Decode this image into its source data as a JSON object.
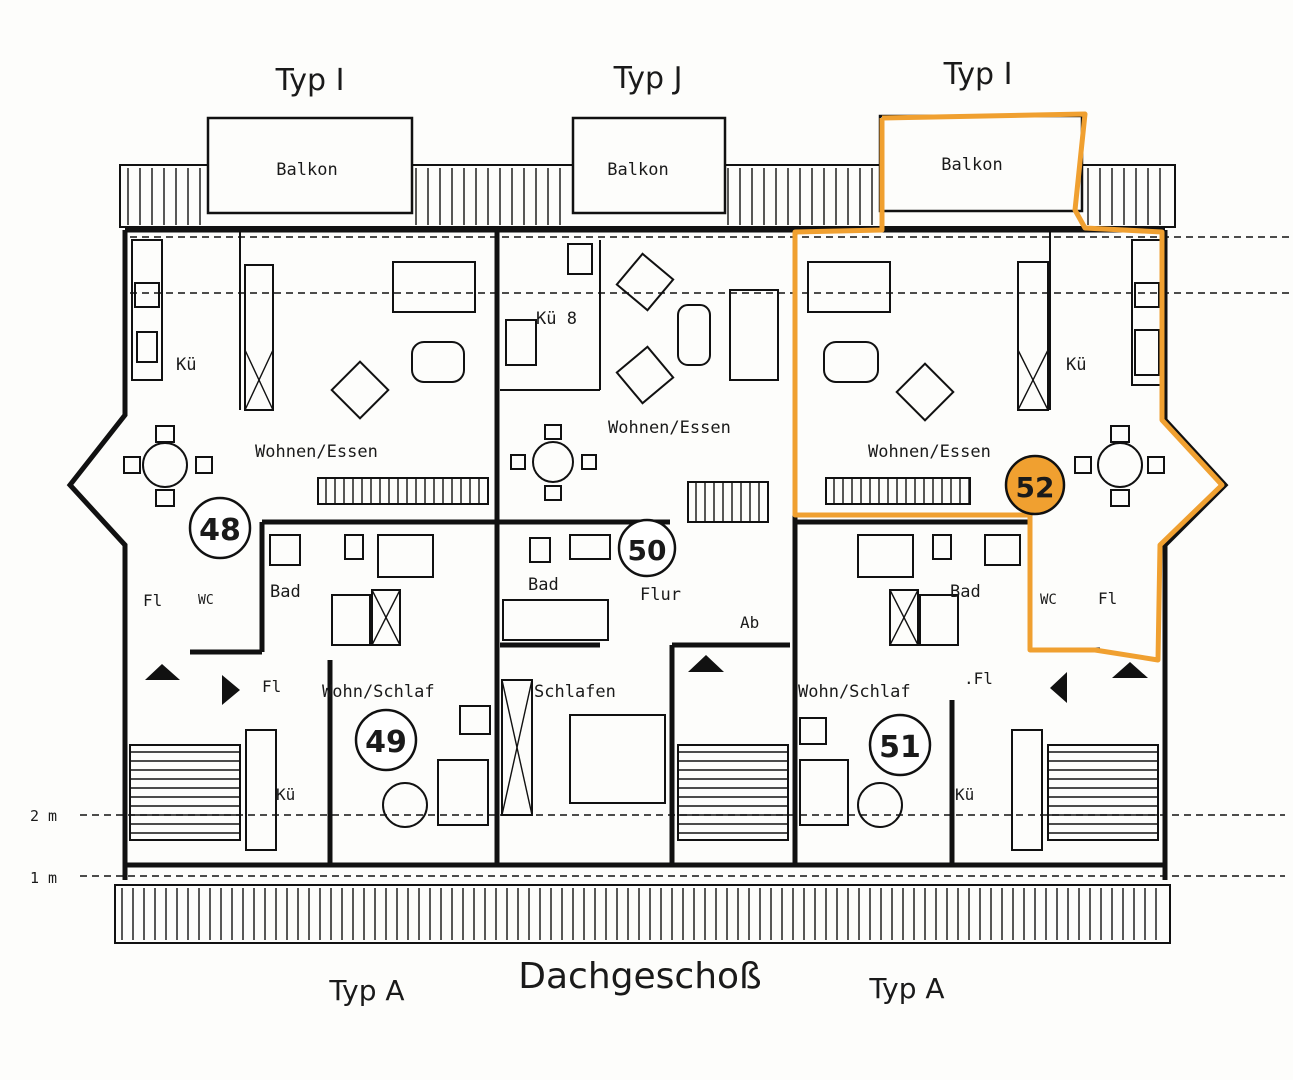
{
  "title": "Dachgeschoß",
  "types": {
    "top_left": "Typ I",
    "top_mid": "Typ J",
    "top_right": "Typ I",
    "bottom_left": "Typ A",
    "bottom_right": "Typ A"
  },
  "scale_marks": {
    "m2": "2 m",
    "m1": "1 m"
  },
  "balconies": [
    "Balkon",
    "Balkon",
    "Balkon"
  ],
  "units": [
    {
      "number": "48",
      "highlighted": false
    },
    {
      "number": "49",
      "highlighted": false
    },
    {
      "number": "50",
      "highlighted": false
    },
    {
      "number": "51",
      "highlighted": false
    },
    {
      "number": "52",
      "highlighted": true
    }
  ],
  "rooms": {
    "ku_left": "Kü",
    "ku_mid": "Kü 8",
    "ku_right": "Kü",
    "ku_bl": "Kü",
    "ku_br": "Kü",
    "wohnen_left": "Wohnen/Essen",
    "wohnen_mid": "Wohnen/Essen",
    "wohnen_right": "Wohnen/Essen",
    "bad_left": "Bad",
    "bad_mid": "Bad",
    "bad_right": "Bad",
    "flur": "Flur",
    "ab": "Ab",
    "fl_left1": "Fl",
    "fl_left2": "Fl",
    "fl_right1": "Fl",
    "fl_right2": ".Fl",
    "wc_right": "WC",
    "wc_left": "WC",
    "wohnschlaf_left": "Wohn/Schlaf",
    "wohnschlaf_right": "Wohn/Schlaf",
    "schlafen": "Schlafen"
  },
  "colors": {
    "highlight": "#f0a030",
    "line": "#111111"
  }
}
